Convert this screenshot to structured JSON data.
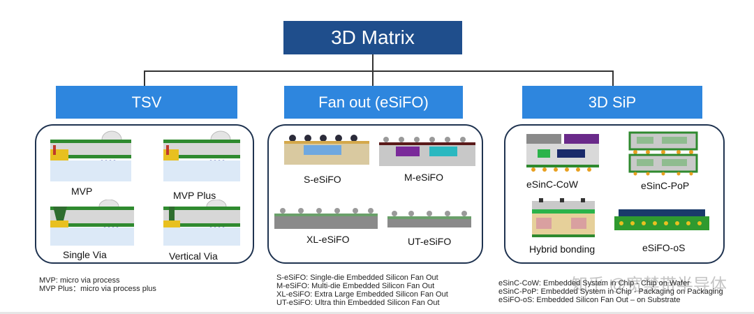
{
  "root": {
    "title": "3D Matrix"
  },
  "categories": [
    {
      "title": "TSV",
      "items": [
        "MVP",
        "MVP Plus",
        "Single Via",
        "Vertical Via"
      ],
      "notes": [
        "MVP:  micro via process",
        "MVP Plus：micro via process plus"
      ]
    },
    {
      "title": "Fan out (eSiFO)",
      "items": [
        "S-eSiFO",
        "M-eSiFO",
        "XL-eSiFO",
        "UT-eSiFO"
      ],
      "notes": [
        "S-eSiFO: Single-die Embedded Silicon Fan Out",
        "M-eSiFO: Multi-die Embedded Silicon Fan Out",
        "XL-eSiFO: Extra Large Embedded Silicon Fan Out",
        "UT-eSiFO: Ultra thin Embedded Silicon Fan Out"
      ]
    },
    {
      "title": "3D SiP",
      "items": [
        "eSinC-CoW",
        "eSinC-PoP",
        "Hybrid bonding",
        "eSiFO-oS"
      ],
      "notes": [
        "eSinC-CoW: Embedded System in Chip - Chip on Wafer",
        "eSinC-PoP: Embedded System in Chip - Packaging on Packaging",
        "eSiFO-oS: Embedded Silicon Fan Out – on Substrate"
      ]
    }
  ],
  "watermark": "知乎 @宽禁带半导体",
  "colors": {
    "root_bg": "#1f4e8c",
    "category_bg": "#2e86de",
    "panel_border": "#1f3350"
  }
}
